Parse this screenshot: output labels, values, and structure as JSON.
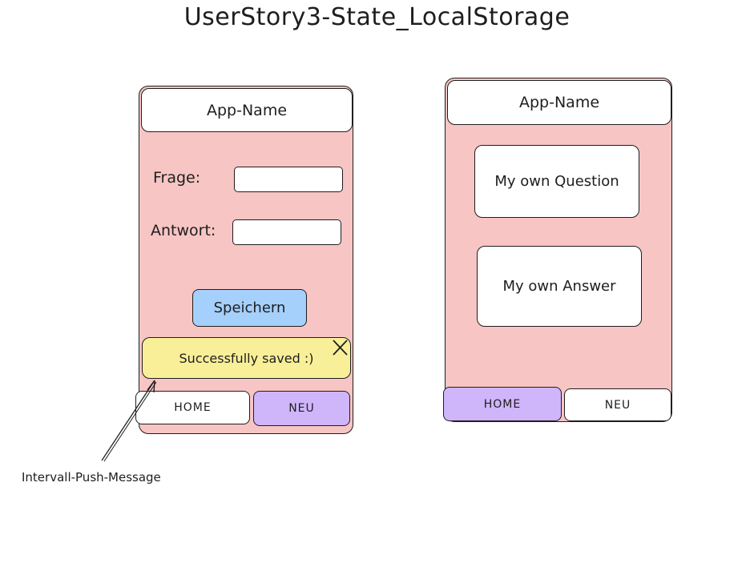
{
  "title": "UserStory3-State_LocalStorage",
  "colors": {
    "phone_bg": "#f7c5c4",
    "button_blue": "#a5d0fb",
    "toast_yellow": "#f9ef98",
    "nav_active": "#cfb5fa",
    "stroke": "#1e1e1e"
  },
  "left_screen": {
    "app_name": "App-Name",
    "question_label": "Frage:",
    "answer_label": "Antwort:",
    "question_value": "",
    "answer_value": "",
    "save_label": "Speichern",
    "toast_text": "Successfully saved :)",
    "close_icon": "close-icon",
    "nav": {
      "home": "HOME",
      "new": "NEU",
      "active": "NEU"
    }
  },
  "right_screen": {
    "app_name": "App-Name",
    "question": "My own Question",
    "answer": "My own Answer",
    "nav": {
      "home": "HOME",
      "new": "NEU",
      "active": "HOME"
    }
  },
  "annotation": {
    "text": "Intervall-Push-Message",
    "arrow_icon": "arrow-icon"
  }
}
